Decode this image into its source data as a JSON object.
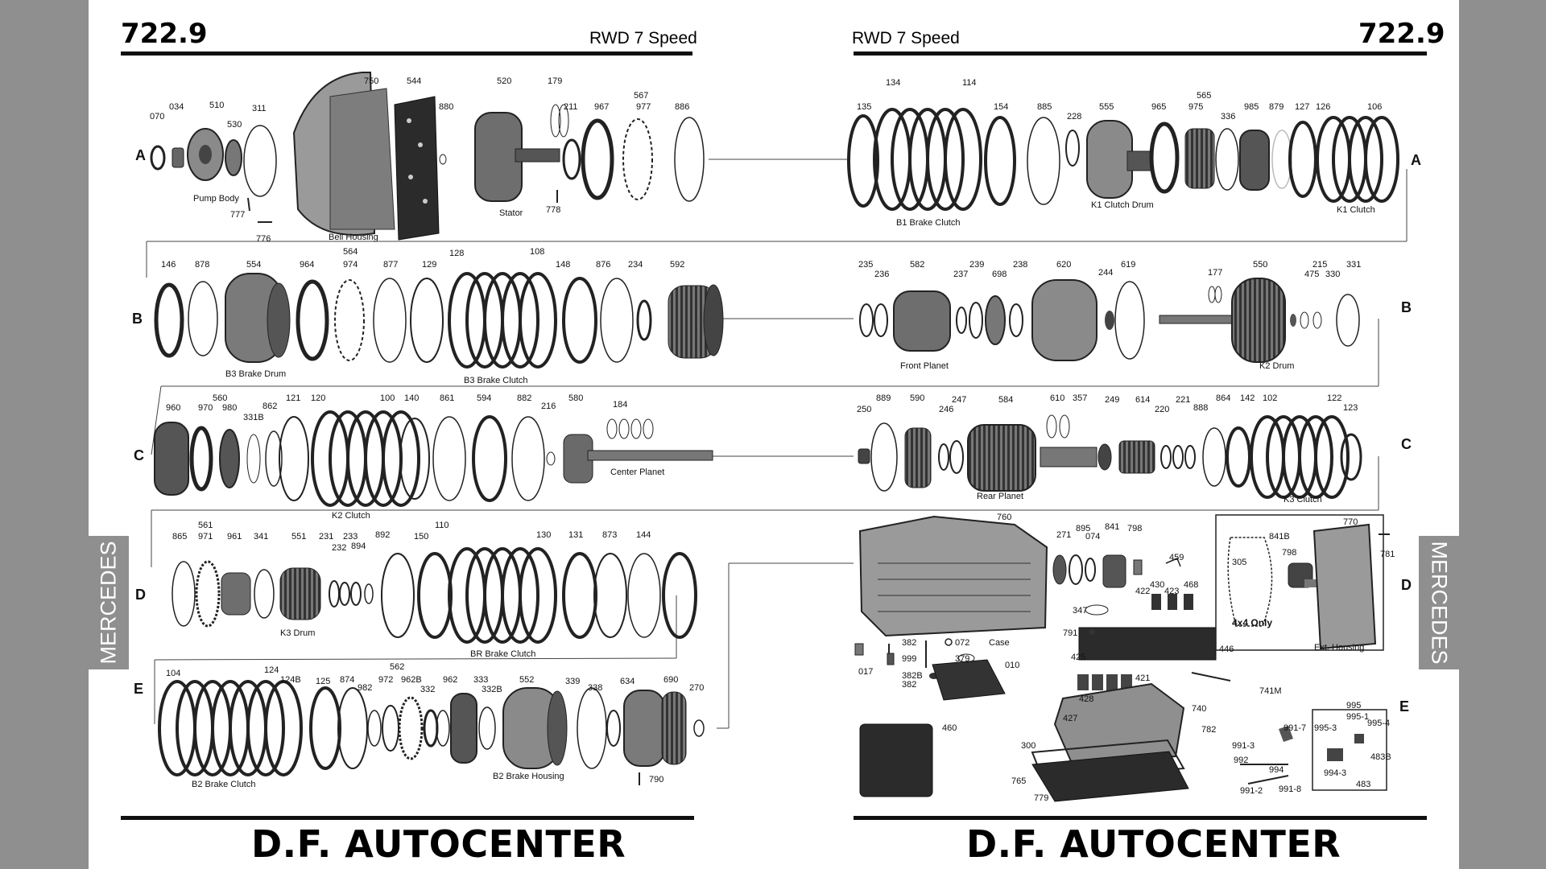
{
  "left_page": {
    "model": "722.9",
    "subtitle": "RWD 7 Speed",
    "footer": "D.F. AUTOCENTER",
    "side_tab": "MERCEDES"
  },
  "right_page": {
    "model": "722.9",
    "subtitle": "RWD 7 Speed",
    "footer": "D.F. AUTOCENTER",
    "side_tab": "MERCEDES"
  },
  "row_letters": {
    "left": [
      "A",
      "B",
      "C",
      "D",
      "E"
    ],
    "right": [
      "A",
      "B",
      "C",
      "D",
      "E"
    ]
  },
  "captions": {
    "left": [
      "Pump Body",
      "Bell Housing",
      "Stator",
      "B3 Brake Drum",
      "B3 Brake Clutch",
      "K2 Clutch",
      "Center Planet",
      "K3 Drum",
      "BR Brake Clutch",
      "B2 Brake Clutch",
      "B2 Brake Housing"
    ],
    "right": [
      "B1 Brake Clutch",
      "K1 Clutch Drum",
      "K1 Clutch",
      "Front Planet",
      "K2 Drum",
      "Rear Planet",
      "K3 Clutch",
      "Case",
      "Ext. Housing"
    ]
  },
  "notes": {
    "four_by_four": "4x4 Only"
  },
  "part_numbers": {
    "left_row_a": [
      "070",
      "034",
      "510",
      "530",
      "311",
      "750",
      "544",
      "880",
      "520",
      "179",
      "211",
      "567",
      "967",
      "977",
      "886",
      "777",
      "776",
      "778"
    ],
    "left_row_b": [
      "146",
      "878",
      "554",
      "564",
      "964",
      "974",
      "877",
      "129",
      "128",
      "108",
      "148",
      "876",
      "234",
      "592"
    ],
    "left_row_c": [
      "560",
      "960",
      "970",
      "980",
      "331B",
      "862",
      "121",
      "120",
      "100",
      "140",
      "861",
      "594",
      "882",
      "216",
      "580",
      "184"
    ],
    "left_row_d": [
      "561",
      "865",
      "971",
      "961",
      "341",
      "551",
      "231",
      "232",
      "233",
      "894",
      "892",
      "150",
      "110",
      "130",
      "131",
      "873",
      "144"
    ],
    "left_row_e": [
      "104",
      "124",
      "124B",
      "125",
      "562",
      "874",
      "982",
      "972",
      "962B",
      "332",
      "962",
      "333",
      "332B",
      "552",
      "339",
      "338",
      "634",
      "690",
      "270",
      "790"
    ],
    "right_row_a": [
      "135",
      "134",
      "114",
      "154",
      "885",
      "228",
      "555",
      "565",
      "965",
      "975",
      "336",
      "985",
      "879",
      "127",
      "126",
      "106"
    ],
    "right_row_b": [
      "235",
      "236",
      "582",
      "237",
      "239",
      "698",
      "238",
      "620",
      "244",
      "619",
      "177",
      "550",
      "215",
      "475",
      "330",
      "331"
    ],
    "right_row_c": [
      "250",
      "889",
      "590",
      "246",
      "247",
      "584",
      "610",
      "357",
      "249",
      "614",
      "220",
      "221",
      "888",
      "864",
      "142",
      "102",
      "122",
      "123"
    ],
    "right_row_d": [
      "760",
      "271",
      "895",
      "074",
      "841",
      "798",
      "459",
      "430",
      "422",
      "423",
      "468",
      "347",
      "791",
      "446",
      "770",
      "841B",
      "798",
      "305",
      "781",
      "382",
      "072",
      "999",
      "017",
      "382B",
      "382",
      "379",
      "010",
      "425",
      "421",
      "428",
      "427",
      "741M"
    ],
    "right_row_e": [
      "740",
      "782",
      "460",
      "300",
      "765",
      "779",
      "995",
      "995-1",
      "995-3",
      "995-4",
      "991-7",
      "991-3",
      "992",
      "994",
      "994-3",
      "483B",
      "483",
      "991-2",
      "991-8"
    ]
  }
}
